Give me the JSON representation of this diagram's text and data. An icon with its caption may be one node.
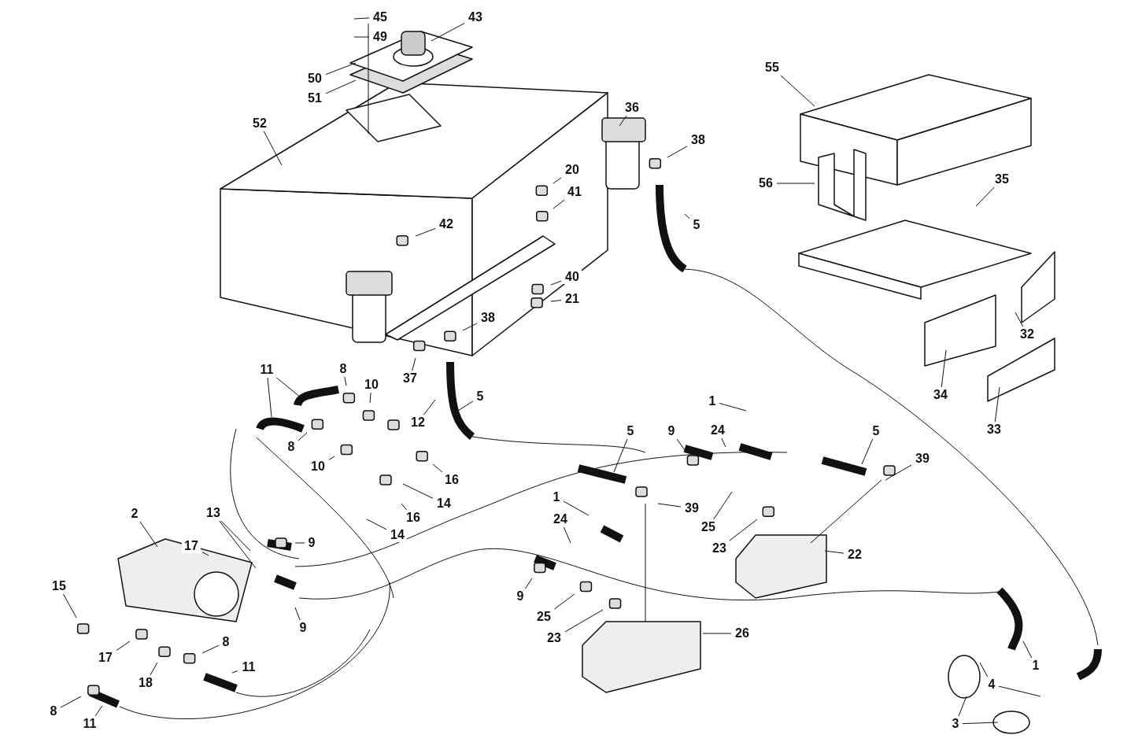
{
  "diagram": {
    "nodes": [
      {
        "text": [
          "45"
        ]
      },
      {
        "text": [
          "49"
        ]
      },
      {
        "text": [
          "43"
        ]
      },
      {
        "text": [
          "50"
        ]
      },
      {
        "text": [
          "51"
        ]
      },
      {
        "text": [
          "52"
        ]
      },
      {
        "text": [
          "36"
        ]
      },
      {
        "text": [
          "38"
        ]
      },
      {
        "text": [
          "55"
        ]
      },
      {
        "text": [
          "56"
        ]
      },
      {
        "text": [
          "35"
        ]
      },
      {
        "text": [
          "20"
        ]
      },
      {
        "text": [
          "41"
        ]
      },
      {
        "text": [
          "42"
        ]
      },
      {
        "text": [
          "40"
        ]
      },
      {
        "text": [
          "21"
        ]
      },
      {
        "text": [
          "5"
        ]
      },
      {
        "text": [
          "38"
        ]
      },
      {
        "text": [
          "32"
        ]
      },
      {
        "text": [
          "34"
        ]
      },
      {
        "text": [
          "33"
        ]
      },
      {
        "text": [
          "11"
        ]
      },
      {
        "text": [
          "8"
        ]
      },
      {
        "text": [
          "10"
        ]
      },
      {
        "text": [
          "37"
        ]
      },
      {
        "text": [
          "12"
        ]
      },
      {
        "text": [
          "5"
        ]
      },
      {
        "text": [
          "8"
        ]
      },
      {
        "text": [
          "10"
        ]
      },
      {
        "text": [
          "16"
        ]
      },
      {
        "text": [
          "14"
        ]
      },
      {
        "text": [
          "16"
        ]
      },
      {
        "text": [
          "14"
        ]
      },
      {
        "text": [
          "1"
        ]
      },
      {
        "text": [
          "24"
        ]
      },
      {
        "text": [
          "9"
        ]
      },
      {
        "text": [
          "5"
        ]
      },
      {
        "text": [
          "5"
        ]
      },
      {
        "text": [
          "39"
        ]
      },
      {
        "text": [
          "1"
        ]
      },
      {
        "text": [
          "24"
        ]
      },
      {
        "text": [
          "39"
        ]
      },
      {
        "text": [
          "25"
        ]
      },
      {
        "text": [
          "23"
        ]
      },
      {
        "text": [
          "22"
        ]
      },
      {
        "text": [
          "2"
        ]
      },
      {
        "text": [
          "13"
        ]
      },
      {
        "text": [
          "17"
        ]
      },
      {
        "text": [
          "9"
        ]
      },
      {
        "text": [
          "9"
        ]
      },
      {
        "text": [
          "9"
        ]
      },
      {
        "text": [
          "25"
        ]
      },
      {
        "text": [
          "23"
        ]
      },
      {
        "text": [
          "26"
        ]
      },
      {
        "text": [
          "15"
        ]
      },
      {
        "text": [
          "17"
        ]
      },
      {
        "text": [
          "18"
        ]
      },
      {
        "text": [
          "8"
        ]
      },
      {
        "text": [
          "11"
        ]
      },
      {
        "text": [
          "1"
        ]
      },
      {
        "text": [
          "4"
        ]
      },
      {
        "text": [
          "8"
        ]
      },
      {
        "text": [
          "11"
        ]
      },
      {
        "text": [
          "3"
        ]
      }
    ],
    "edges": [
      {
        "from": 0,
        "to": null,
        "arrow": "none"
      },
      {
        "from": 1,
        "to": null,
        "arrow": "none"
      },
      {
        "from": 2,
        "to": null,
        "arrow": "none"
      },
      {
        "from": 3,
        "to": null,
        "arrow": "none"
      },
      {
        "from": 4,
        "to": null,
        "arrow": "none"
      },
      {
        "from": 5,
        "to": null,
        "arrow": "none"
      },
      {
        "from": 6,
        "to": null,
        "arrow": "none"
      },
      {
        "from": 7,
        "to": null,
        "arrow": "none"
      },
      {
        "from": 8,
        "to": null,
        "arrow": "none"
      },
      {
        "from": 9,
        "to": null,
        "arrow": "none"
      },
      {
        "from": 10,
        "to": null,
        "arrow": "none"
      },
      {
        "from": 11,
        "to": null,
        "arrow": "none"
      },
      {
        "from": 12,
        "to": null,
        "arrow": "none"
      },
      {
        "from": 13,
        "to": null,
        "arrow": "none"
      },
      {
        "from": 14,
        "to": null,
        "arrow": "none"
      },
      {
        "from": 15,
        "to": null,
        "arrow": "none"
      },
      {
        "from": 16,
        "to": null,
        "arrow": "none"
      },
      {
        "from": 17,
        "to": null,
        "arrow": "none"
      },
      {
        "from": 18,
        "to": null,
        "arrow": "none"
      },
      {
        "from": 19,
        "to": null,
        "arrow": "none"
      },
      {
        "from": 20,
        "to": null,
        "arrow": "none"
      },
      {
        "from": 21,
        "to": null,
        "arrow": "none"
      },
      {
        "from": 21,
        "to": null,
        "arrow": "none"
      },
      {
        "from": 22,
        "to": null,
        "arrow": "none"
      },
      {
        "from": 23,
        "to": null,
        "arrow": "none"
      },
      {
        "from": 24,
        "to": null,
        "arrow": "none"
      },
      {
        "from": 25,
        "to": null,
        "arrow": "none"
      },
      {
        "from": 26,
        "to": null,
        "arrow": "none"
      },
      {
        "from": 27,
        "to": null,
        "arrow": "none"
      },
      {
        "from": 28,
        "to": null,
        "arrow": "none"
      },
      {
        "from": 29,
        "to": null,
        "arrow": "none"
      },
      {
        "from": 30,
        "to": null,
        "arrow": "none"
      },
      {
        "from": 31,
        "to": null,
        "arrow": "none"
      },
      {
        "from": 32,
        "to": null,
        "arrow": "none"
      },
      {
        "from": 33,
        "to": null,
        "arrow": "none"
      },
      {
        "from": 34,
        "to": null,
        "arrow": "none"
      },
      {
        "from": 35,
        "to": null,
        "arrow": "none"
      },
      {
        "from": 36,
        "to": null,
        "arrow": "none"
      },
      {
        "from": 37,
        "to": null,
        "arrow": "none"
      },
      {
        "from": 38,
        "to": null,
        "arrow": "none"
      },
      {
        "from": 39,
        "to": null,
        "arrow": "none"
      },
      {
        "from": 40,
        "to": null,
        "arrow": "none"
      },
      {
        "from": 41,
        "to": null,
        "arrow": "none"
      },
      {
        "from": 42,
        "to": null,
        "arrow": "none"
      },
      {
        "from": 43,
        "to": null,
        "arrow": "none"
      },
      {
        "from": 44,
        "to": null,
        "arrow": "none"
      },
      {
        "from": 45,
        "to": null,
        "arrow": "none"
      },
      {
        "from": 46,
        "to": null,
        "arrow": "none"
      },
      {
        "from": 46,
        "to": null,
        "arrow": "none"
      },
      {
        "from": 47,
        "to": null,
        "arrow": "none"
      },
      {
        "from": 48,
        "to": null,
        "arrow": "none"
      },
      {
        "from": 49,
        "to": null,
        "arrow": "none"
      },
      {
        "from": 50,
        "to": null,
        "arrow": "none"
      },
      {
        "from": 51,
        "to": null,
        "arrow": "none"
      },
      {
        "from": 52,
        "to": null,
        "arrow": "none"
      },
      {
        "from": 53,
        "to": null,
        "arrow": "none"
      },
      {
        "from": 54,
        "to": null,
        "arrow": "none"
      },
      {
        "from": 55,
        "to": null,
        "arrow": "none"
      },
      {
        "from": 56,
        "to": null,
        "arrow": "none"
      },
      {
        "from": 57,
        "to": null,
        "arrow": "none"
      },
      {
        "from": 58,
        "to": null,
        "arrow": "none"
      },
      {
        "from": 59,
        "to": null,
        "arrow": "none"
      },
      {
        "from": 60,
        "to": null,
        "arrow": "none"
      },
      {
        "from": 60,
        "to": null,
        "arrow": "none"
      },
      {
        "from": 61,
        "to": null,
        "arrow": "none"
      },
      {
        "from": 62,
        "to": null,
        "arrow": "none"
      },
      {
        "from": 63,
        "to": null,
        "arrow": "none"
      },
      {
        "from": 63,
        "to": null,
        "arrow": "none"
      }
    ]
  }
}
